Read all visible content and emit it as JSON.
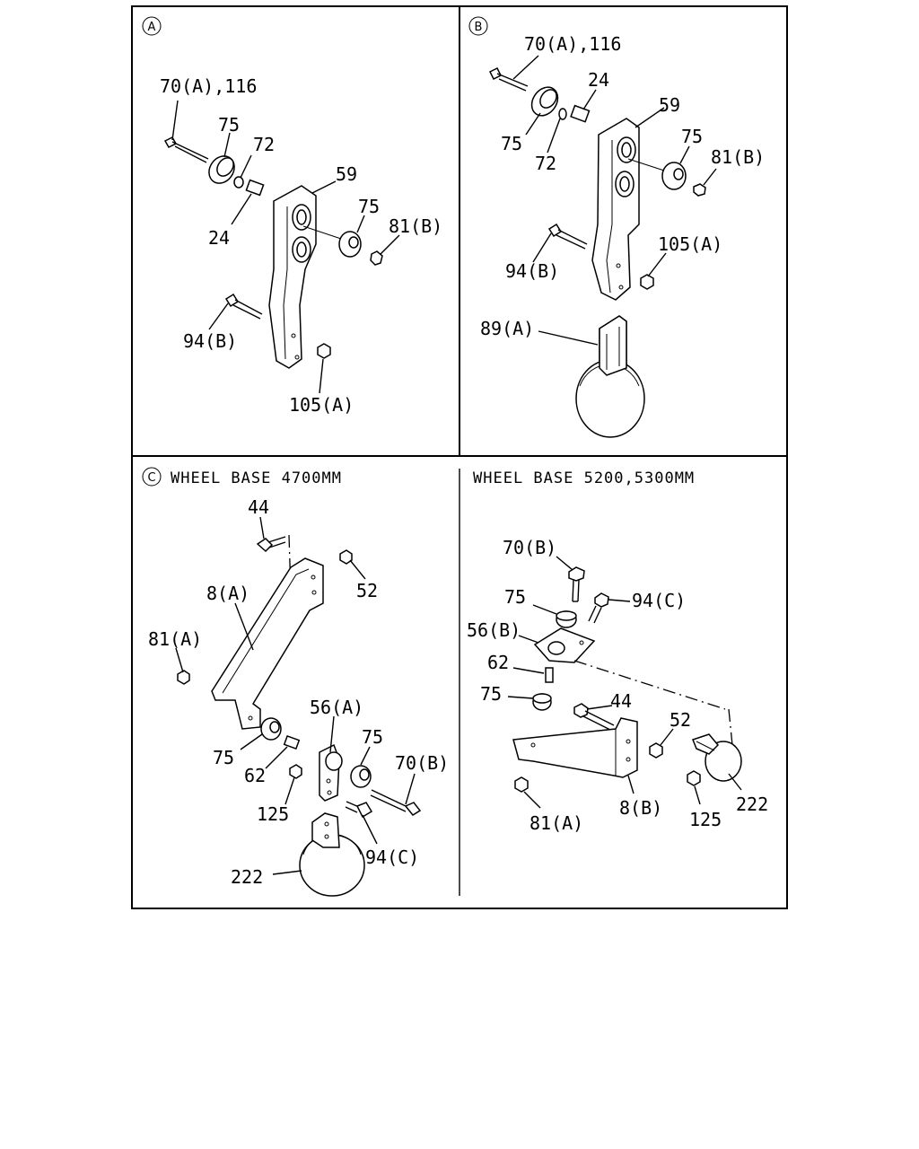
{
  "panels": {
    "a": {
      "marker": "A",
      "labels": {
        "bolt_70": "70(A),116",
        "washer_75": "75",
        "washer_72": "72",
        "sleeve_24": "24",
        "bracket_59": "59",
        "rubber_75": "75",
        "nut_81": "81(B)",
        "bolt_94": "94(B)",
        "nut_105": "105(A)"
      }
    },
    "b": {
      "marker": "B",
      "labels": {
        "bolt_70": "70(A),116",
        "sleeve_24": "24",
        "bracket_59": "59",
        "washer_75": "75",
        "washer_72": "72",
        "rubber_75": "75",
        "nut_81": "81(B)",
        "nut_105": "105(A)",
        "bolt_94": "94(B)",
        "clamp_89": "89(A)"
      }
    },
    "c": {
      "marker": "C",
      "title": "WHEEL BASE 4700MM",
      "labels": {
        "bolt_44": "44",
        "nut_52": "52",
        "bracket_8": "8(A)",
        "nut_81": "81(A)",
        "bracket_56": "56(A)",
        "rubber_75_left": "75",
        "rubber_75_right": "75",
        "pin_62": "62",
        "bolt_70": "70(B)",
        "nut_125": "125",
        "bolt_94": "94(C)",
        "clamp_222": "222"
      }
    },
    "d": {
      "title": "WHEEL BASE 5200,5300MM",
      "labels": {
        "bolt_70": "70(B)",
        "bolt_94": "94(C)",
        "rubber_75_top": "75",
        "bracket_56": "56(B)",
        "pin_62": "62",
        "rubber_75_bottom": "75",
        "bolt_44": "44",
        "nut_52": "52",
        "nut_81": "81(A)",
        "bracket_8": "8(B)",
        "nut_125": "125",
        "clamp_222": "222"
      }
    }
  }
}
